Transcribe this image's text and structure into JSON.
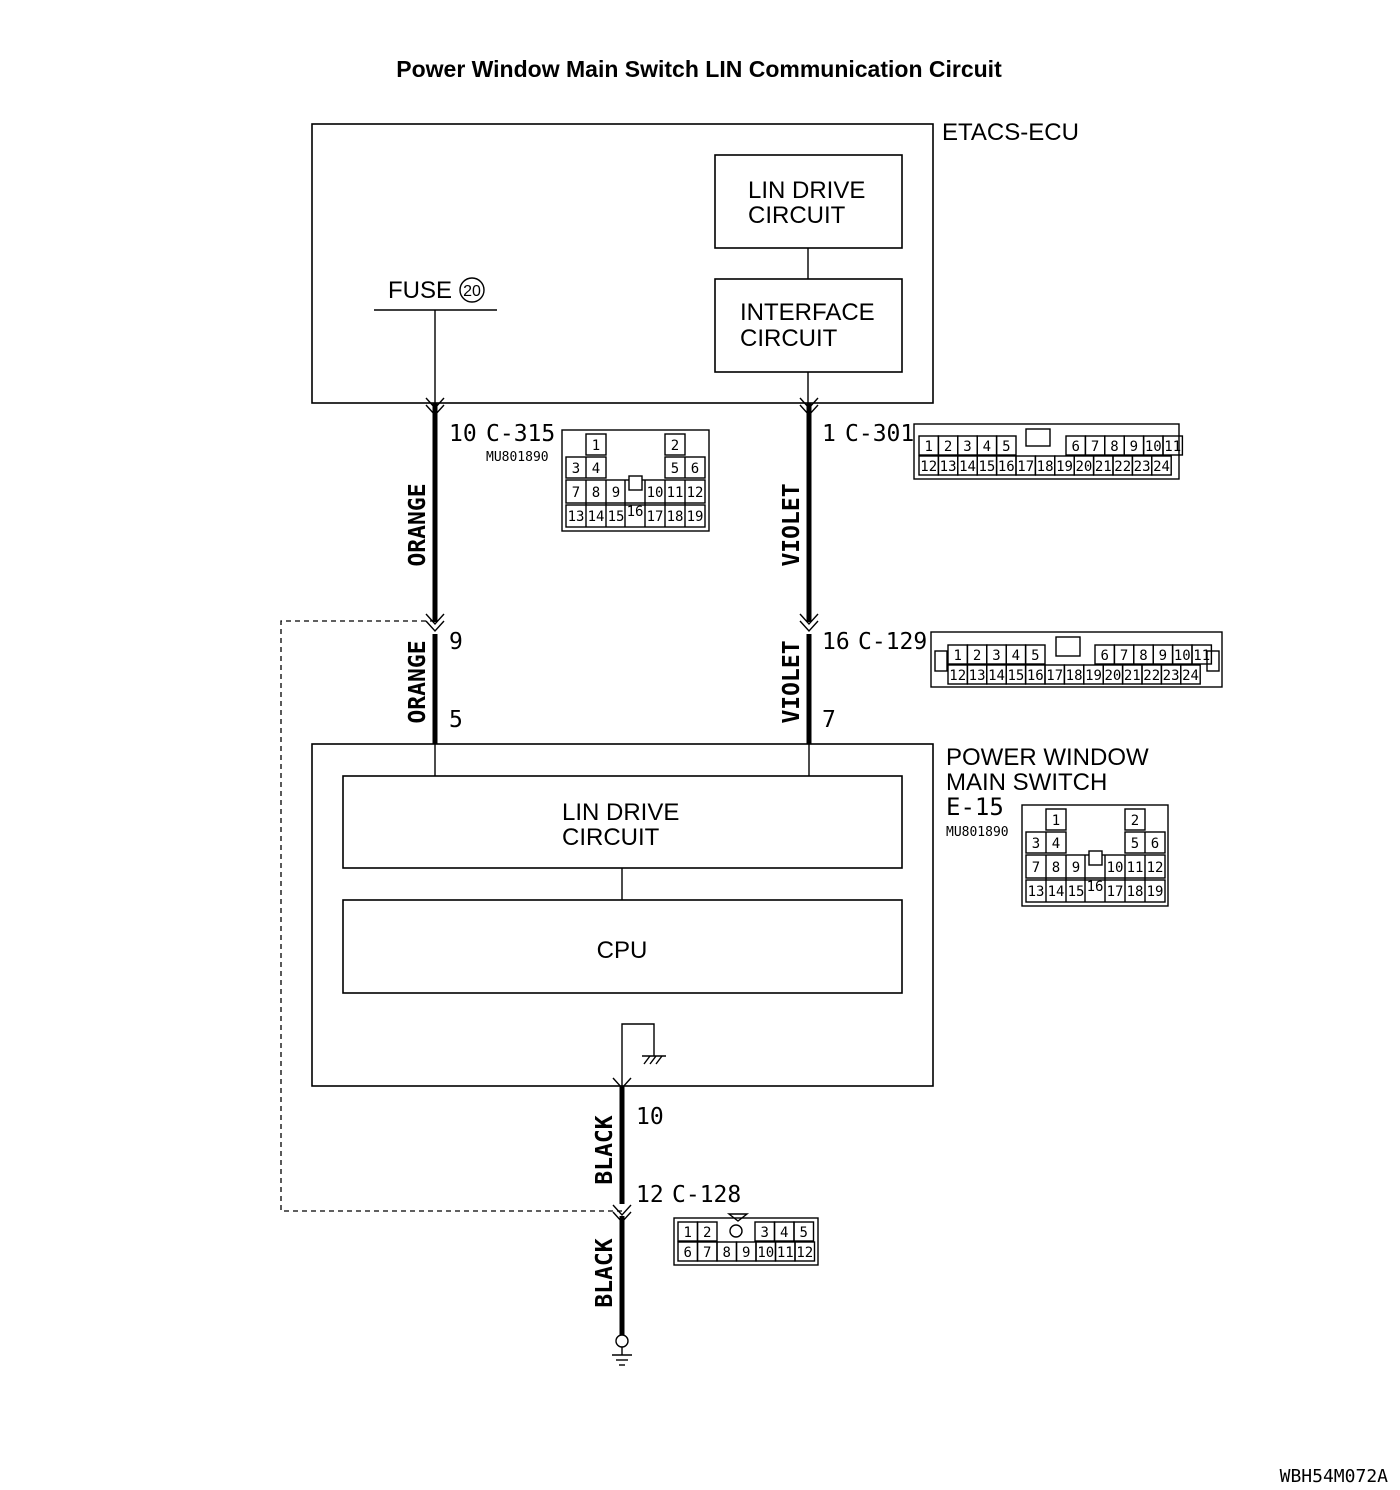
{
  "title": "Power Window Main Switch LIN Communication Circuit",
  "etacs": {
    "name": "ETACS-ECU",
    "lin_drive": [
      "LIN DRIVE",
      "CIRCUIT"
    ],
    "interface": [
      "INTERFACE",
      "CIRCUIT"
    ],
    "fuse_label": "FUSE",
    "fuse_number": "20"
  },
  "connectors": {
    "c315": {
      "pin": "10",
      "id": "C-315",
      "part": "MU801890"
    },
    "c301": {
      "pin": "1",
      "id": "C-301"
    },
    "c129": {
      "pin_top": "16",
      "id": "C-129"
    },
    "e15_pins": {
      "left": "5",
      "right": "7",
      "orange_mid": "9"
    },
    "c128": {
      "pin_top": "10",
      "pin": "12",
      "id": "C-128"
    }
  },
  "wires": {
    "orange": "ORANGE",
    "violet": "VIOLET",
    "black": "BLACK"
  },
  "switch": {
    "name_line1": "POWER WINDOW",
    "name_line2": "MAIN SWITCH",
    "connector": "E-15",
    "part": "MU801890",
    "lin_drive": [
      "LIN DRIVE",
      "CIRCUIT"
    ],
    "cpu": "CPU"
  },
  "pinouts": {
    "c315_cells": [
      {
        "t": "1"
      },
      {
        "t": "2"
      },
      {
        "t": "3"
      },
      {
        "t": "4"
      },
      {
        "t": "5"
      },
      {
        "t": "6"
      },
      {
        "t": "7"
      },
      {
        "t": "8"
      },
      {
        "t": "9"
      },
      {
        "t": "10"
      },
      {
        "t": "11"
      },
      {
        "t": "12"
      },
      {
        "t": "13"
      },
      {
        "t": "14"
      },
      {
        "t": "15"
      },
      {
        "t": "16"
      },
      {
        "t": "17"
      },
      {
        "t": "18"
      },
      {
        "t": "19"
      }
    ],
    "c301_row1": [
      "1",
      "2",
      "3",
      "4",
      "5",
      "6",
      "7",
      "8",
      "9",
      "10",
      "11"
    ],
    "c301_row2": [
      "12",
      "13",
      "14",
      "15",
      "16",
      "17",
      "18",
      "19",
      "20",
      "21",
      "22",
      "23",
      "24"
    ],
    "c128_row1": [
      "1",
      "2",
      "3",
      "4",
      "5"
    ],
    "c128_row2": [
      "6",
      "7",
      "8",
      "9",
      "10",
      "11",
      "12"
    ]
  },
  "figure_code": "WBH54M072A"
}
